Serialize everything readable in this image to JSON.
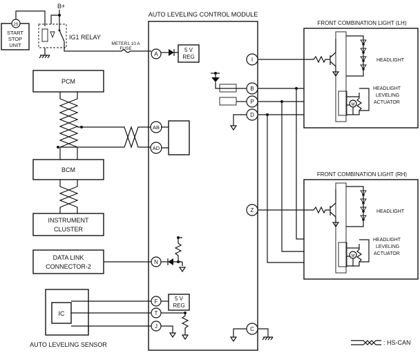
{
  "title": "AUTO LEVELING CONTROL MODULE",
  "supply": {
    "battery": "B+",
    "relay": "IG1 RELAY",
    "start_stop": {
      "terminal": "2S",
      "line1": "START",
      "line2": "STOP",
      "line3": "UNIT"
    },
    "fuse_line1": "METER1 10 A",
    "fuse_line2": "FUSE"
  },
  "modules": {
    "pcm": "PCM",
    "bcm": "BCM",
    "instrument_line1": "INSTRUMENT",
    "instrument_line2": "CLUSTER",
    "dlc_line1": "DATA LINK",
    "dlc_line2": "CONNECTOR-2",
    "ic": "IC",
    "sensor": "AUTO LEVELING SENSOR"
  },
  "regulators": {
    "top_line1": "5 V",
    "top_line2": "REG",
    "bottom_line1": "5 V",
    "bottom_line2": "REG"
  },
  "terminals": {
    "a": "A",
    "ab": "AB",
    "ad": "AD",
    "n": "N",
    "f": "F",
    "t": "T",
    "j": "J",
    "i": "I",
    "b": "B",
    "p": "P",
    "d": "D",
    "z": "Z",
    "c": "C"
  },
  "lights": {
    "lh_title": "FRONT COMBINATION LIGHT (LH)",
    "rh_title": "FRONT COMBINATION LIGHT (RH)",
    "headlight": "HEADLIGHT",
    "actuator_line1": "HEADLIGHT",
    "actuator_line2": "LEVELING",
    "actuator_line3": "ACTUATOR",
    "motor": "M"
  },
  "legend": {
    "label": ": HS-CAN"
  }
}
